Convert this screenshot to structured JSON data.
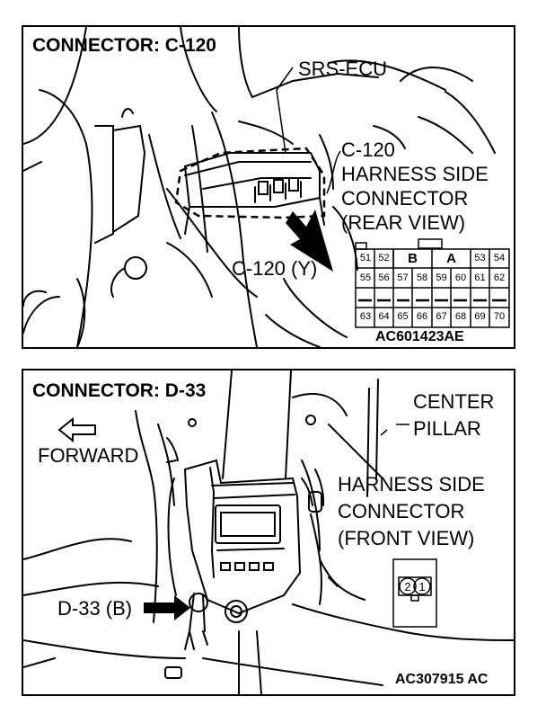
{
  "connector_c120": {
    "title": "CONNECTOR: C-120",
    "ecu_label": "SRS-ECU",
    "connector_label": [
      "C-120",
      "HARNESS SIDE",
      "CONNECTOR",
      "(REAR VIEW)"
    ],
    "connector_code": "C-120 (Y)",
    "pins_row1": [
      "51",
      "52",
      "B",
      "A",
      "53",
      "54"
    ],
    "pins_row2": [
      "55",
      "56",
      "57",
      "58",
      "59",
      "60",
      "61",
      "62"
    ],
    "pins_row3": [
      "63",
      "64",
      "65",
      "66",
      "67",
      "68",
      "69",
      "70"
    ],
    "figure_code": "AC601423AE"
  },
  "connector_d33": {
    "title": "CONNECTOR: D-33",
    "forward_label": "FORWARD",
    "pillar_label": [
      "CENTER",
      "PILLAR"
    ],
    "connector_label": [
      "HARNESS SIDE",
      "CONNECTOR",
      "(FRONT VIEW)"
    ],
    "connector_code": "D-33 (B)",
    "pins": [
      "2",
      "1"
    ],
    "figure_code": "AC307915 AC"
  }
}
